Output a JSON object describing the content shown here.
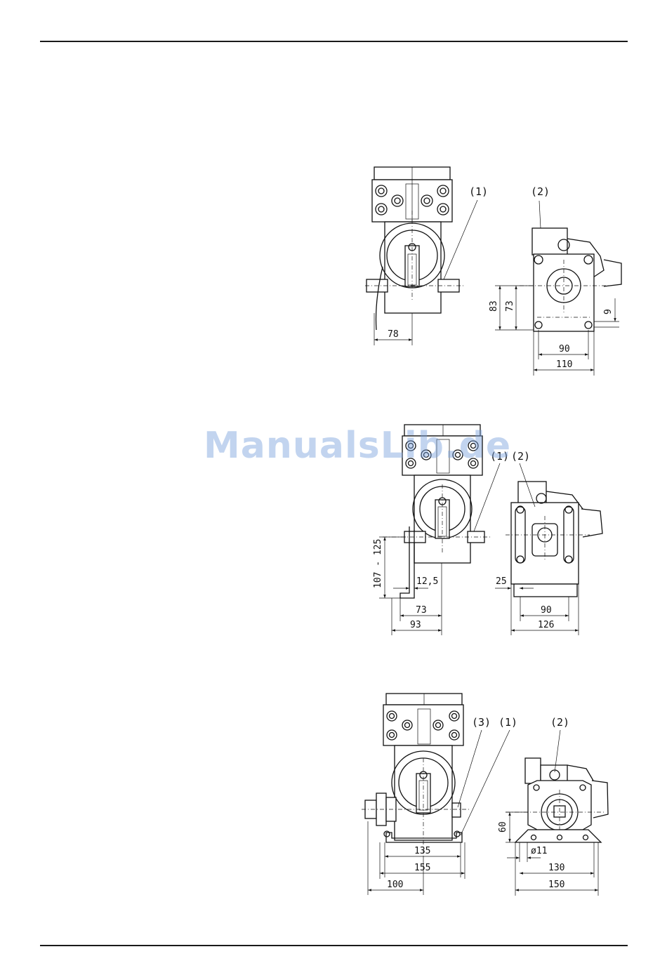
{
  "watermark": "ManualsLib.de",
  "figures": [
    {
      "callouts": [
        "(1)",
        "(2)"
      ],
      "dimensions": {
        "side_width": "78",
        "height_83": "83",
        "height_73": "73",
        "offset_9": "9",
        "inner_90": "90",
        "outer_110": "110"
      }
    },
    {
      "callouts": [
        "(1)",
        "(2)"
      ],
      "dimensions": {
        "height_range": "107 - 125",
        "gap": "12,5",
        "inner_73": "73",
        "outer_93": "93",
        "offset_25": "25",
        "inner_90": "90",
        "outer_126": "126"
      }
    },
    {
      "callouts": [
        "(3)",
        "(1)",
        "(2)"
      ],
      "dimensions": {
        "inner_135": "135",
        "outer_155": "155",
        "offset_100": "100",
        "height_60": "60",
        "hole": "ø11",
        "inner_130": "130",
        "outer_150": "150"
      }
    }
  ]
}
